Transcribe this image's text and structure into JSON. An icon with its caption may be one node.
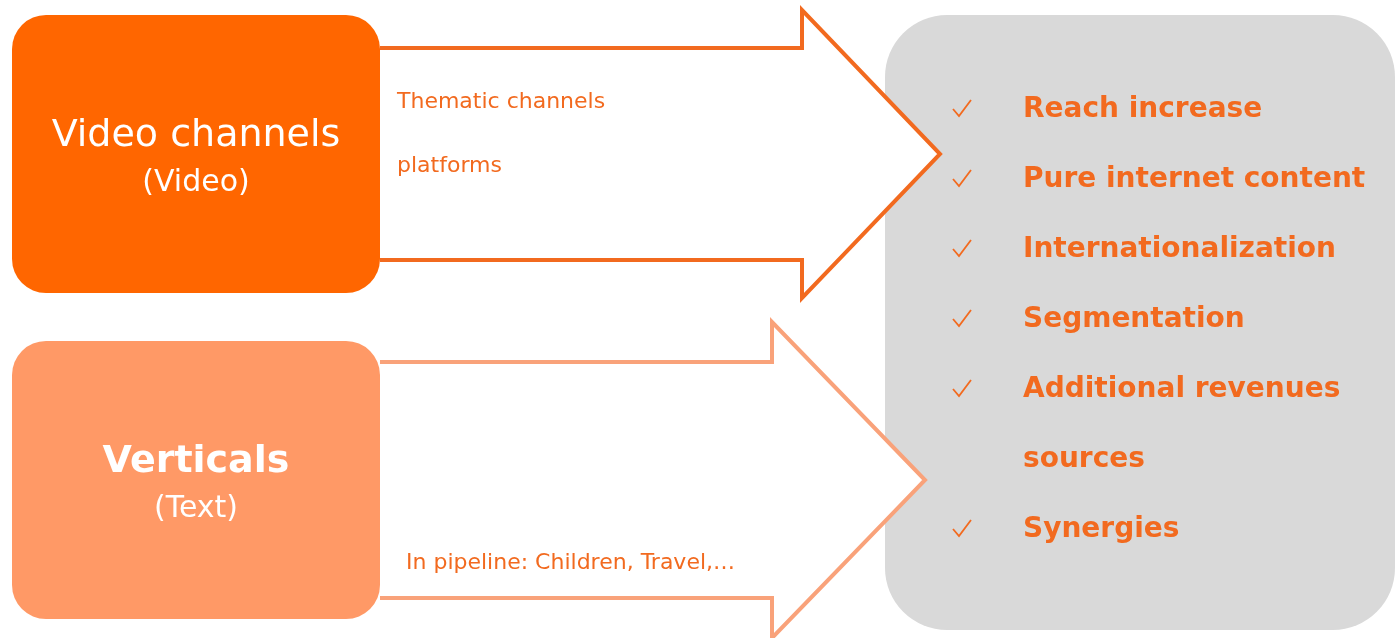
{
  "diagram": {
    "nodes": [
      {
        "text": [
          "Video channels",
          "(Video)"
        ]
      },
      {
        "text": [
          "Verticals",
          "(Text)"
        ]
      },
      {
        "text": [
          "Reach increase",
          "Pure internet content",
          "Internationalization",
          "Segmentation",
          "Additional revenues sources",
          "Synergies"
        ]
      }
    ],
    "edges": [
      {
        "from": 0,
        "to": 2,
        "arrow": "to",
        "style": "thick",
        "color": "#f26a1f"
      },
      {
        "from": 1,
        "to": 2,
        "arrow": "to",
        "style": "thick",
        "color": "#f9a27a"
      }
    ],
    "labels": [
      "Thematic channels",
      "platforms",
      "In pipeline: Children, Travel,…"
    ]
  }
}
